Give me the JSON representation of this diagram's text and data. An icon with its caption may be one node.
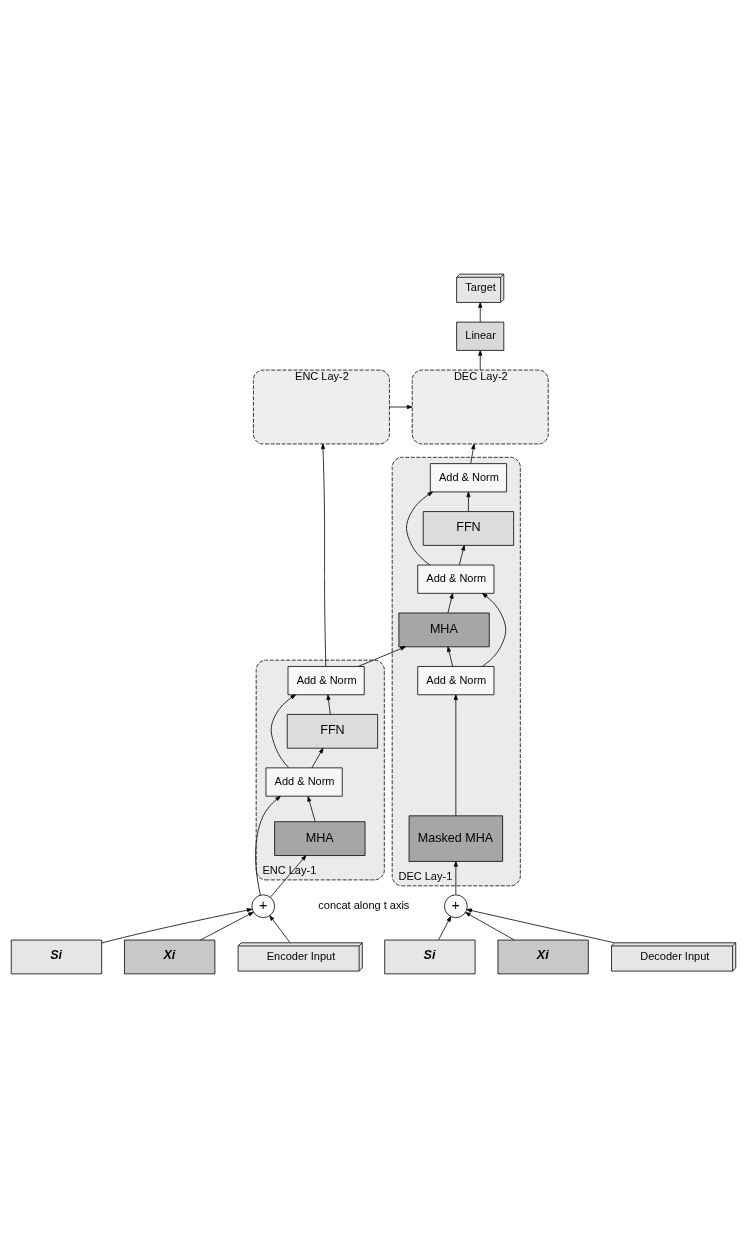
{
  "diagram": {
    "nodes": [
      {
        "text": [
          "Target"
        ]
      },
      {
        "text": [
          "Linear"
        ]
      },
      {
        "text": [
          "ENC Lay-2"
        ]
      },
      {
        "text": [
          "DEC Lay-2"
        ]
      },
      {
        "text": [
          "DEC Lay-1"
        ]
      },
      {
        "text": [
          "Add & Norm"
        ],
        "in": 4
      },
      {
        "text": [
          "FFN"
        ],
        "in": 4
      },
      {
        "text": [
          "Add & Norm"
        ],
        "in": 4
      },
      {
        "text": [
          "MHA"
        ],
        "in": 4
      },
      {
        "text": [
          "Add & Norm"
        ],
        "in": 4
      },
      {
        "text": [
          "Masked MHA"
        ],
        "in": 4
      },
      {
        "text": [
          "ENC Lay-1"
        ]
      },
      {
        "text": [
          "Add & Norm"
        ],
        "in": 11
      },
      {
        "text": [
          "FFN"
        ],
        "in": 11
      },
      {
        "text": [
          "Add & Norm"
        ],
        "in": 11
      },
      {
        "text": [
          "MHA"
        ],
        "in": 11
      },
      {
        "text": [
          "Si"
        ]
      },
      {
        "text": [
          "Xi"
        ]
      },
      {
        "text": [
          "+"
        ]
      },
      {
        "text": [
          "Si"
        ]
      },
      {
        "text": [
          "Xi"
        ]
      },
      {
        "text": [
          "+"
        ]
      },
      {
        "text": [
          "Encoder Input"
        ]
      },
      {
        "text": [
          "Decoder Input"
        ]
      }
    ],
    "edges": [
      {
        "from": 1,
        "to": 0,
        "arrow": "to"
      },
      {
        "from": 3,
        "to": 1,
        "arrow": "to"
      },
      {
        "from": 2,
        "to": 3,
        "arrow": "to"
      },
      {
        "from": 12,
        "to": 2,
        "arrow": "to"
      },
      {
        "from": 5,
        "to": 3,
        "arrow": "to"
      },
      {
        "from": 22,
        "to": 18,
        "arrow": "to"
      },
      {
        "from": 16,
        "to": 18,
        "arrow": "to"
      },
      {
        "from": 17,
        "to": 18,
        "arrow": "to"
      },
      {
        "from": 18,
        "to": 15,
        "arrow": "to"
      },
      {
        "from": 18,
        "to": 14,
        "arrow": "to"
      },
      {
        "from": 15,
        "to": 14,
        "arrow": "to"
      },
      {
        "from": 14,
        "to": 13,
        "arrow": "to"
      },
      {
        "from": 14,
        "to": 12,
        "arrow": "to"
      },
      {
        "from": 13,
        "to": 12,
        "arrow": "to"
      },
      {
        "from": 12,
        "to": 8,
        "arrow": "to"
      },
      {
        "from": 23,
        "to": 21,
        "arrow": "to"
      },
      {
        "from": 19,
        "to": 21,
        "arrow": "to"
      },
      {
        "from": 20,
        "to": 21,
        "arrow": "to"
      },
      {
        "from": 21,
        "to": 10,
        "arrow": "to"
      },
      {
        "from": 10,
        "to": 9,
        "arrow": "to"
      },
      {
        "from": 9,
        "to": 8,
        "arrow": "to"
      },
      {
        "from": 9,
        "to": 7,
        "arrow": "to"
      },
      {
        "from": 8,
        "to": 7,
        "arrow": "to"
      },
      {
        "from": 7,
        "to": 6,
        "arrow": "to"
      },
      {
        "from": 7,
        "to": 5,
        "arrow": "to"
      },
      {
        "from": 6,
        "to": 5,
        "arrow": "to"
      }
    ],
    "labels": [
      "concat along t axis"
    ]
  }
}
